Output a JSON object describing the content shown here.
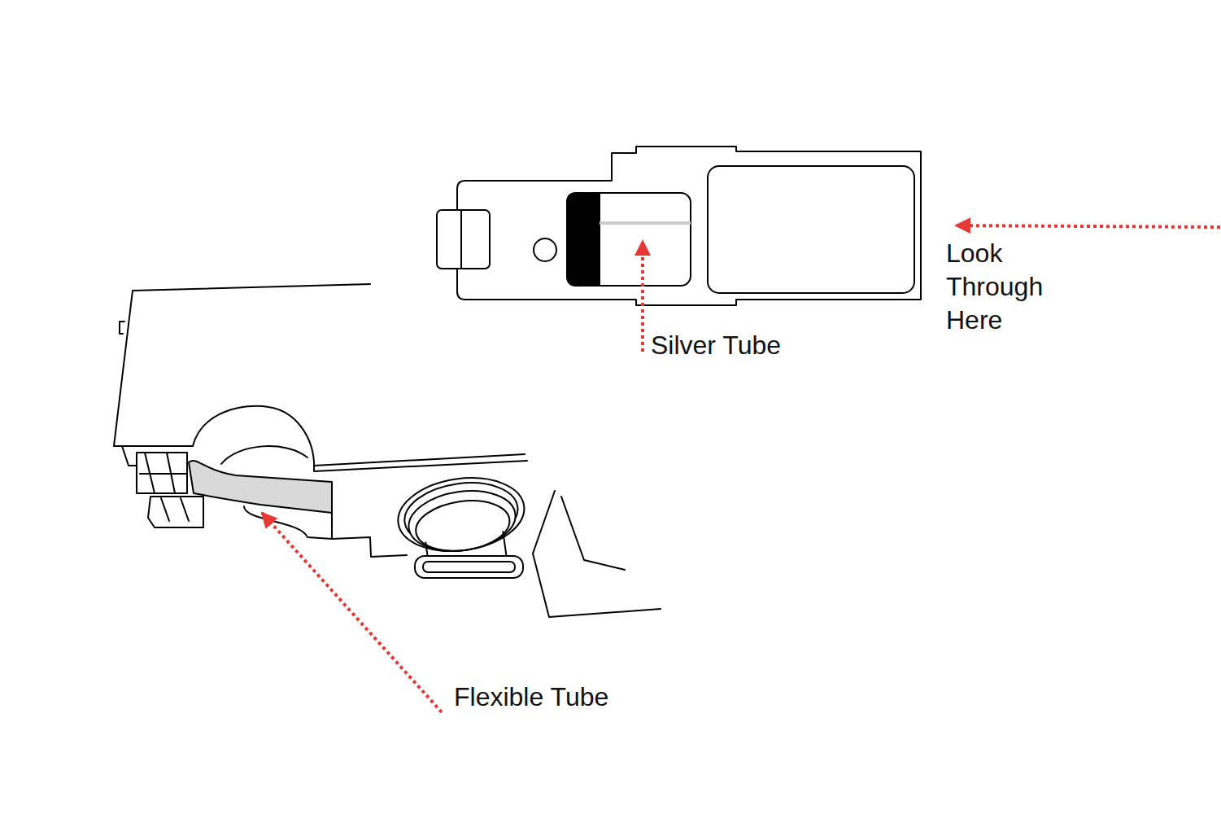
{
  "diagram": {
    "labels": [
      "Silver Tube",
      "Look Through Here",
      "Flexible Tube"
    ]
  }
}
